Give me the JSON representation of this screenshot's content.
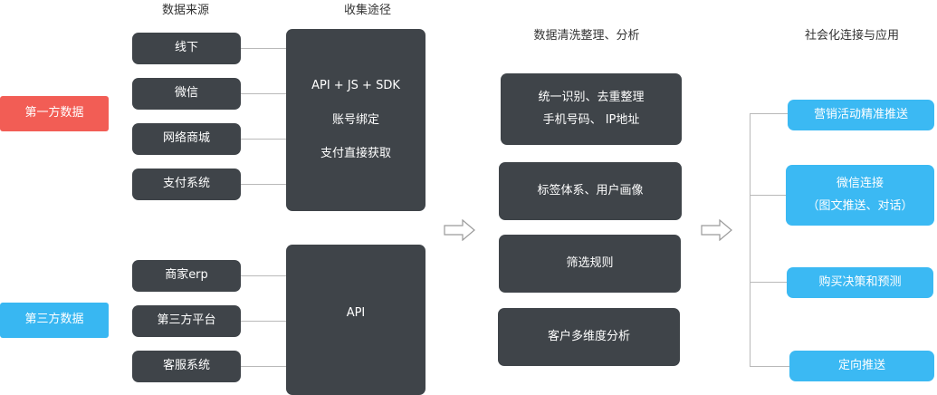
{
  "headers": {
    "source": "数据来源",
    "channel": "收集途径",
    "clean": "数据清洗整理、分析",
    "social": "社会化连接与应用"
  },
  "categories": {
    "first_party": "第一方数据",
    "third_party": "第三方数据"
  },
  "sources_first": [
    "线下",
    "微信",
    "网络商城",
    "支付系统"
  ],
  "sources_third": [
    "商家erp",
    "第三方平台",
    "客服系统"
  ],
  "channels_first": [
    "API + JS + SDK",
    "账号绑定",
    "支付直接获取"
  ],
  "channels_third": [
    "API"
  ],
  "cleaning": [
    [
      "统一识别、去重整理",
      "手机号码、 IP地址"
    ],
    [
      "标签体系、用户画像"
    ],
    [
      "筛选规则"
    ],
    [
      "客户多维度分析"
    ]
  ],
  "applications": [
    [
      "营销活动精准推送"
    ],
    [
      "微信连接",
      "（图文推送、对话）"
    ],
    [
      "购买决策和预测"
    ],
    [
      "定向推送"
    ]
  ],
  "colors": {
    "dark_box": "#3f4449",
    "first_party": "#f25d55",
    "third_party": "#38b7f2",
    "application": "#3bb9f3"
  }
}
